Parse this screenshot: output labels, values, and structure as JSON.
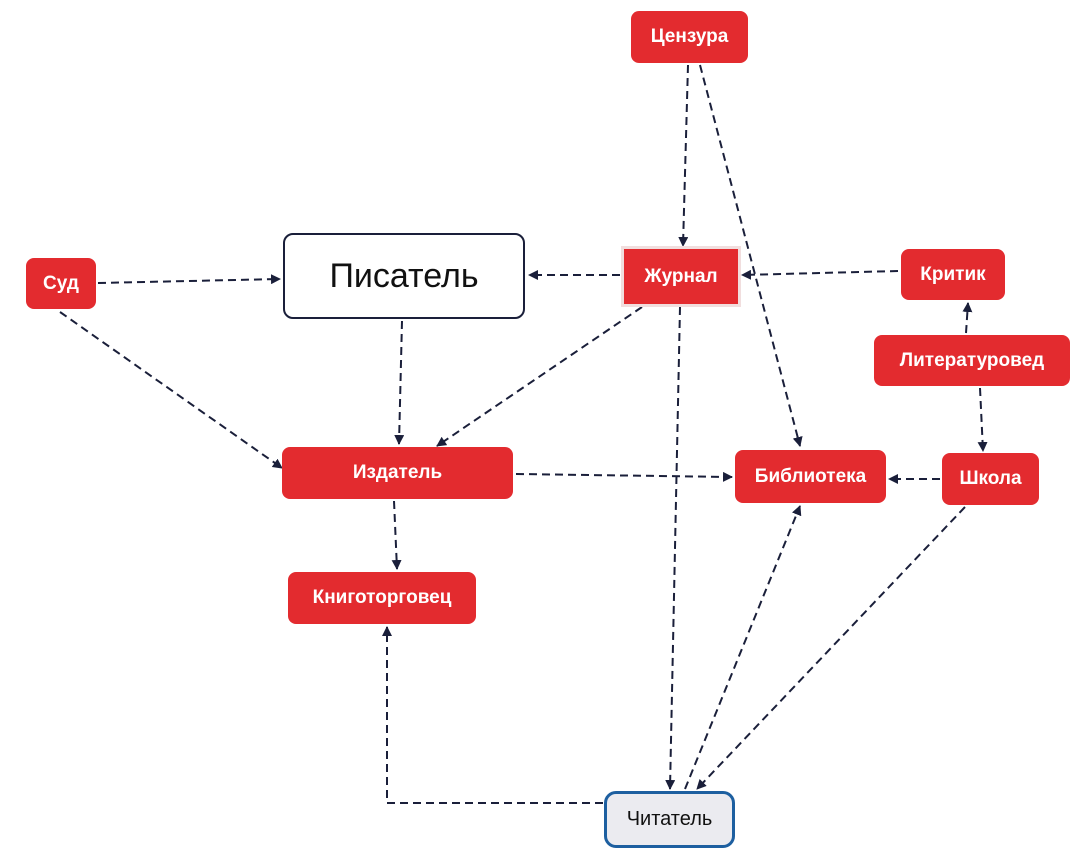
{
  "nodes": {
    "censor": "Цензура",
    "writer": "Писатель",
    "court": "Суд",
    "journal": "Журнал",
    "critic": "Критик",
    "scholar": "Литературовед",
    "publisher": "Издатель",
    "library": "Библиотека",
    "school": "Школа",
    "bookseller": "Книготорговец",
    "reader": "Читатель"
  },
  "edges": [
    {
      "from": "censor",
      "to": "journal"
    },
    {
      "from": "censor",
      "to": "library"
    },
    {
      "from": "court",
      "to": "writer"
    },
    {
      "from": "court",
      "to": "publisher"
    },
    {
      "from": "journal",
      "to": "writer"
    },
    {
      "from": "critic",
      "to": "journal"
    },
    {
      "from": "journal",
      "to": "publisher"
    },
    {
      "from": "journal",
      "to": "reader"
    },
    {
      "from": "writer",
      "to": "publisher"
    },
    {
      "from": "scholar",
      "to": "critic"
    },
    {
      "from": "scholar",
      "to": "school"
    },
    {
      "from": "publisher",
      "to": "library"
    },
    {
      "from": "school",
      "to": "library"
    },
    {
      "from": "publisher",
      "to": "bookseller"
    },
    {
      "from": "reader",
      "to": "library"
    },
    {
      "from": "school",
      "to": "reader"
    },
    {
      "from": "reader",
      "to": "bookseller"
    }
  ],
  "colors": {
    "node": "#e32b2f",
    "edge": "#1a1f3a",
    "reader_border": "#1d5fa0"
  }
}
